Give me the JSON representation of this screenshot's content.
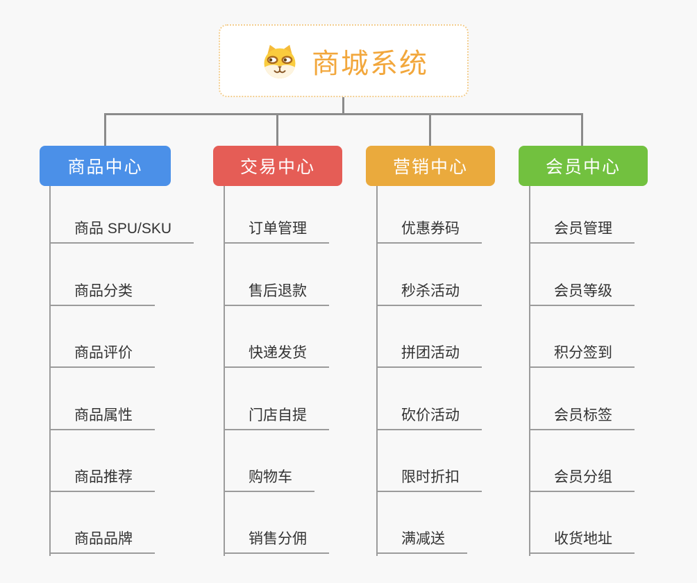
{
  "root": {
    "title": "商城系统",
    "icon": "dog-face-icon",
    "title_color": "#f2a73c",
    "border_color": "#f3cd8d",
    "background": "#ffffff"
  },
  "canvas": {
    "background": "#f8f8f8",
    "connector_color": "#8b8b8b",
    "item_line_color": "#9b9b9b",
    "item_text_color": "#333333"
  },
  "branches": [
    {
      "label": "商品中心",
      "color": "#4b90e8",
      "items": [
        "商品 SPU/SKU",
        "商品分类",
        "商品评价",
        "商品属性",
        "商品推荐",
        "商品品牌"
      ]
    },
    {
      "label": "交易中心",
      "color": "#e55d56",
      "items": [
        "订单管理",
        "售后退款",
        "快递发货",
        "门店自提",
        "购物车",
        "销售分佣"
      ]
    },
    {
      "label": "营销中心",
      "color": "#eaaa3d",
      "items": [
        "优惠券码",
        "秒杀活动",
        "拼团活动",
        "砍价活动",
        "限时折扣",
        "满减送"
      ]
    },
    {
      "label": "会员中心",
      "color": "#72c13f",
      "items": [
        "会员管理",
        "会员等级",
        "积分签到",
        "会员标签",
        "会员分组",
        "收货地址"
      ]
    }
  ]
}
